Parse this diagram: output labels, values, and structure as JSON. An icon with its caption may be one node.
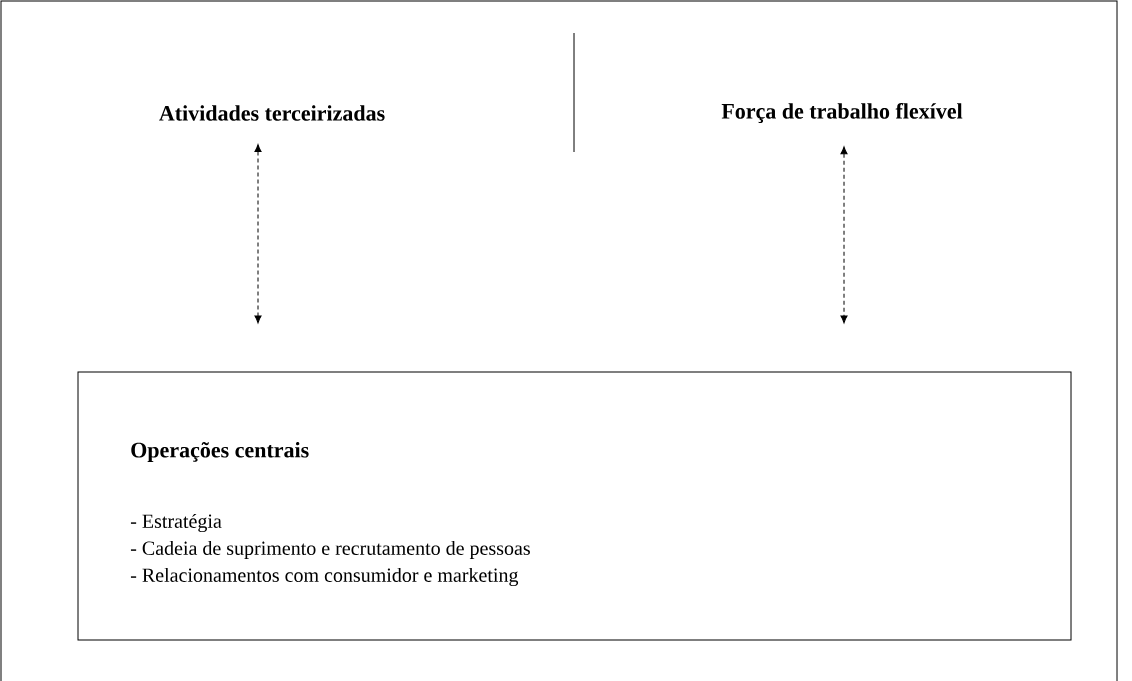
{
  "diagram": {
    "nodes": [
      {
        "text": [
          "Atividades terceirizadas"
        ]
      },
      {
        "text": [
          "Força de trabalho flexível"
        ]
      },
      {
        "text": [
          "Operações centrais",
          "- Estratégia",
          "- Cadeia de suprimento e recrutamento de pessoas",
          "- Relacionamentos com consumidor e marketing"
        ]
      }
    ],
    "edges": [
      {
        "from": 0,
        "to": 2,
        "arrow": "both",
        "style": "dashed"
      },
      {
        "from": 1,
        "to": 2,
        "arrow": "both",
        "style": "dashed"
      }
    ]
  }
}
